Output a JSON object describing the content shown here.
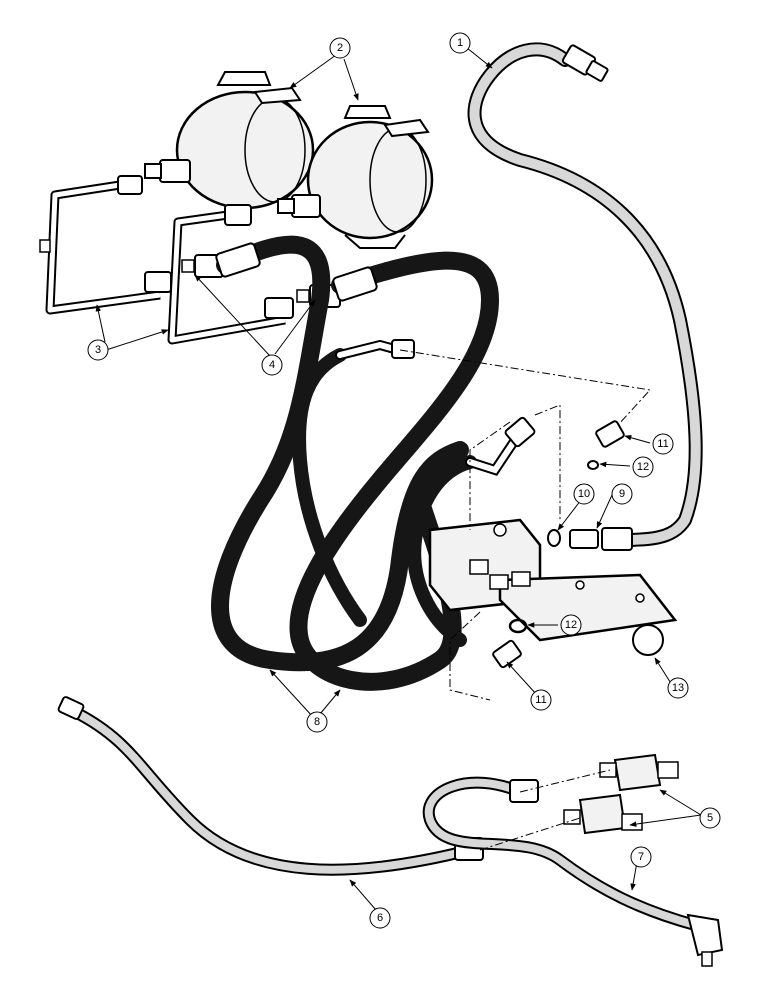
{
  "diagram": {
    "type": "exploded-parts-illustration",
    "subject": "hydraulic accumulators, hoses, tubes and valve block",
    "colors": {
      "ink": "#000000",
      "paper": "#ffffff",
      "tube_fill": "#d8d8d8",
      "hose_fill": "#161616"
    },
    "callouts": [
      {
        "id": "c1",
        "label": "1"
      },
      {
        "id": "c2",
        "label": "2"
      },
      {
        "id": "c3",
        "label": "3"
      },
      {
        "id": "c4",
        "label": "4"
      },
      {
        "id": "c5",
        "label": "5"
      },
      {
        "id": "c6",
        "label": "6"
      },
      {
        "id": "c7",
        "label": "7"
      },
      {
        "id": "c8",
        "label": "8"
      },
      {
        "id": "c9",
        "label": "9"
      },
      {
        "id": "c10",
        "label": "10"
      },
      {
        "id": "c11a",
        "label": "11"
      },
      {
        "id": "c11b",
        "label": "11"
      },
      {
        "id": "c12a",
        "label": "12"
      },
      {
        "id": "c12b",
        "label": "12"
      },
      {
        "id": "c13",
        "label": "13"
      }
    ]
  }
}
